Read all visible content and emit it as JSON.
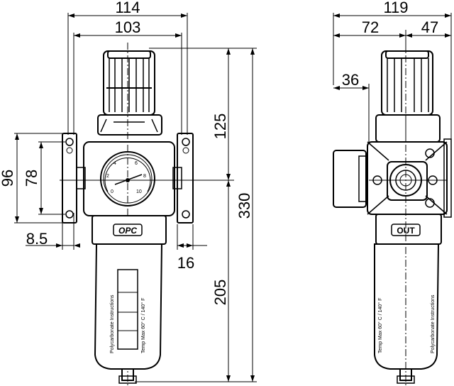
{
  "front_view": {
    "dim_overall_width": "114",
    "dim_body_width": "103",
    "dim_total_height": "330",
    "dim_upper_height": "125",
    "dim_lower_height": "205",
    "dim_bracket_height": "96",
    "dim_hole_spacing": "78",
    "dim_bracket_offset": "8.5",
    "dim_bracket_width": "16",
    "brand_label": "OPC",
    "gauge_scale": [
      "0",
      "2",
      "4",
      "6",
      "8",
      "10"
    ],
    "bowl_text_left": "Polycarbonate Instructions",
    "bowl_text_right": "Temp Max 60° C / 140° F"
  },
  "side_view": {
    "dim_overall_width": "119",
    "dim_left_width": "72",
    "dim_right_width": "47",
    "dim_gauge_offset": "36",
    "port_label": "OUT",
    "bowl_text_left": "Temp Max 60° C / 140° F",
    "bowl_text_right": "Polycarbonate Instructions"
  }
}
